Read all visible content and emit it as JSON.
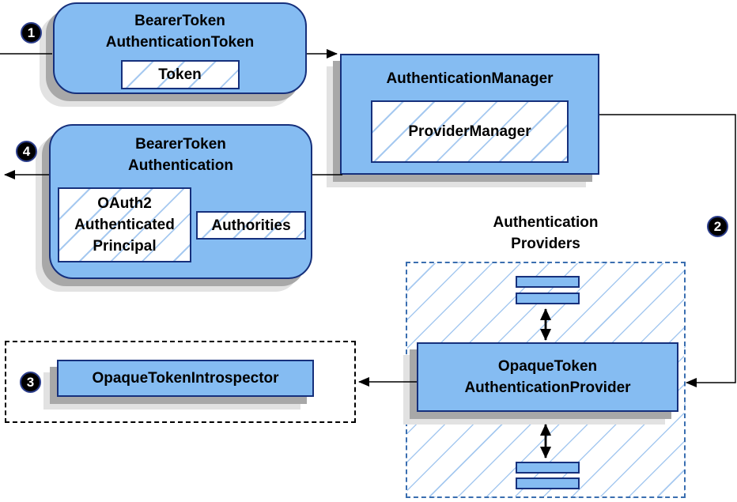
{
  "colors": {
    "node_fill": "#85bcf2",
    "node_border": "#16307c",
    "hatch_line": "#a6c9f0",
    "container_dash": "#3a6eb0",
    "shadow_dark": "#a8a8a8",
    "shadow_light": "#e2e2e2",
    "badge_bg": "#000000",
    "badge_text": "#ffffff",
    "badge_ring": "#2c3e8c",
    "arrow": "#000000"
  },
  "nodes": {
    "bearer_token_authentication_token": {
      "title": "BearerToken\nAuthenticationToken",
      "token_label": "Token"
    },
    "authentication_manager": {
      "title": "AuthenticationManager",
      "provider_manager_label": "ProviderManager"
    },
    "bearer_token_authentication": {
      "title": "BearerToken\nAuthentication",
      "principal_label": "OAuth2\nAuthenticated\nPrincipal",
      "authorities_label": "Authorities"
    },
    "authentication_providers_group": {
      "title": "Authentication\nProviders"
    },
    "opaque_token_authentication_provider": {
      "title": "OpaqueToken\nAuthenticationProvider"
    },
    "opaque_token_introspector": {
      "label": "OpaqueTokenIntrospector"
    }
  },
  "step_badges": {
    "step1": "1",
    "step2": "2",
    "step3": "3",
    "step4": "4"
  }
}
